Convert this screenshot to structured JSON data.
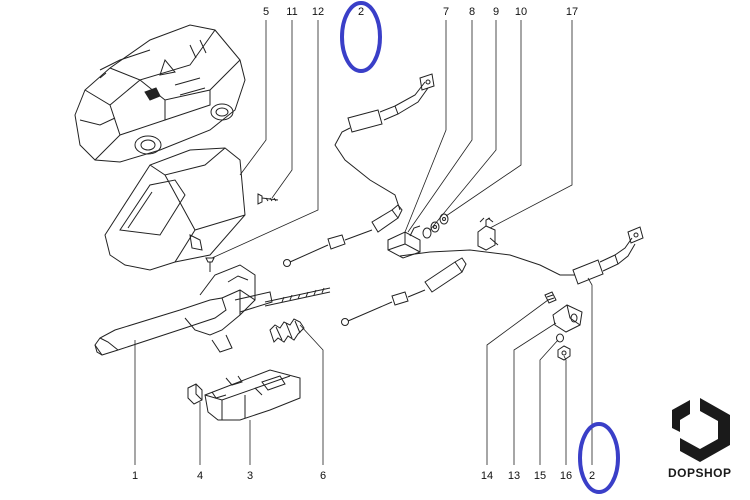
{
  "callouts": [
    "5",
    "11",
    "12",
    "2",
    "7",
    "8",
    "9",
    "10",
    "17",
    "1",
    "4",
    "3",
    "6",
    "14",
    "13",
    "15",
    "16",
    "2"
  ],
  "brand": {
    "part1": "DOP",
    "part2": "SHOP"
  },
  "colors": {
    "highlight": "#3a3fc8",
    "line": "#222222"
  }
}
